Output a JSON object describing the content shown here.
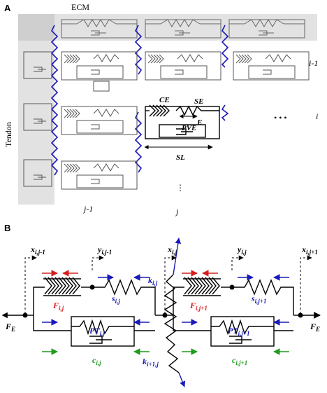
{
  "panelA": {
    "letter": "A",
    "ecm": "ECM",
    "tendon": "Tendon",
    "row_label": "i-1",
    "col_prev": "j-1",
    "col_curr": "j",
    "row_i": "i",
    "ce": "CE",
    "se": "SE",
    "pve": "PVE",
    "e": "E",
    "sl": "SL",
    "hdots": "• • •",
    "vdots": "⋮"
  },
  "panelB": {
    "letter": "B",
    "x_prev": {
      "base": "x",
      "sub": "i,j-1"
    },
    "y_prev": {
      "base": "y",
      "sub": "i,j-1"
    },
    "x_curr": {
      "base": "x",
      "sub": "i,j"
    },
    "y_curr": {
      "base": "y",
      "sub": "i,j"
    },
    "x_next": {
      "base": "x",
      "sub": "i,j+1"
    },
    "k_top": {
      "base": "k",
      "sub": "i,j"
    },
    "k_bot": {
      "base": "k",
      "sub": "i+1,j"
    },
    "f_left": {
      "base": "F",
      "sub": "i,j"
    },
    "s_left": {
      "base": "s",
      "sub": "i,j"
    },
    "pt_left": {
      "base": "PT",
      "sub": "i,j"
    },
    "c_left": {
      "base": "c",
      "sub": "i,j"
    },
    "f_right": {
      "base": "F",
      "sub": "i,j+1"
    },
    "s_right": {
      "base": "s",
      "sub": "i,j+1"
    },
    "pt_right": {
      "base": "PT",
      "sub": "i,j+1"
    },
    "c_right": {
      "base": "c",
      "sub": "i,j+1"
    },
    "fe": {
      "base": "F",
      "sub": "E"
    }
  },
  "colors": {
    "red": "#d42020",
    "blue": "#1a1ab8",
    "green": "#1f9a1f",
    "grey": "#e2e2e2",
    "line": "#000000",
    "unit": "#666666"
  }
}
